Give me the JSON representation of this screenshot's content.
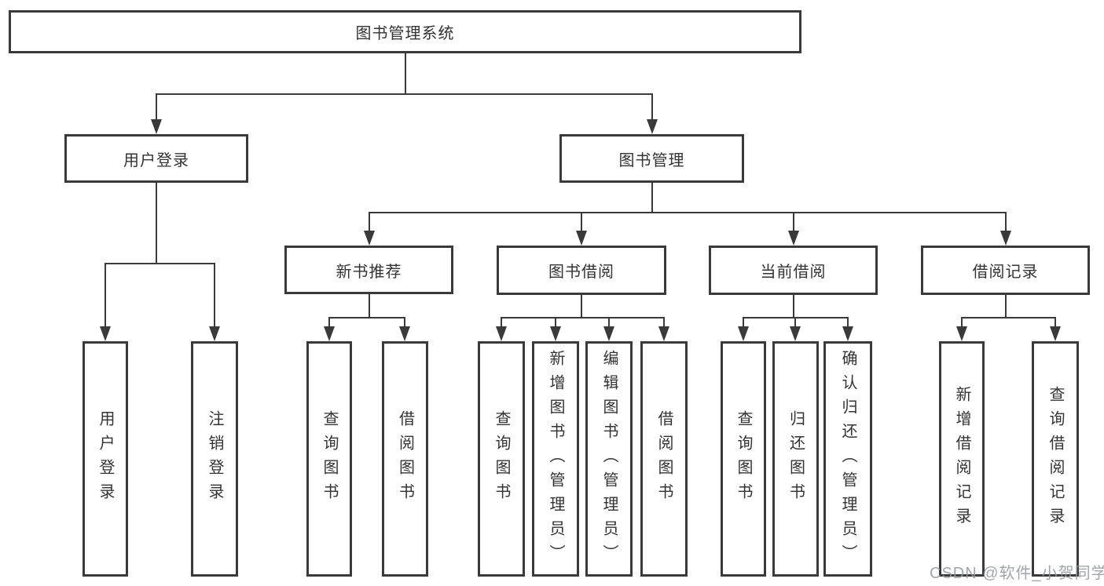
{
  "diagram": {
    "root": "图书管理系统",
    "user_login": {
      "label": "用户登录",
      "children": [
        "用户登录",
        "注销登录"
      ]
    },
    "book_mgmt": {
      "label": "图书管理",
      "sections": {
        "new_book": {
          "label": "新书推荐",
          "children": [
            "查询图书",
            "借阅图书"
          ]
        },
        "borrow": {
          "label": "图书借阅",
          "children": [
            "查询图书",
            "新增图书（管理员）",
            "编辑图书（管理员）",
            "借阅图书"
          ]
        },
        "current": {
          "label": "当前借阅",
          "children": [
            "查询图书",
            "归还图书",
            "确认归还（管理员）"
          ]
        },
        "record": {
          "label": "借阅记录",
          "children": [
            "新增借阅记录",
            "查询借阅记录"
          ]
        }
      }
    }
  },
  "watermark": "CSDN @软件_小贺同学",
  "colors": {
    "line": "#3a3a3a",
    "text": "#333333",
    "background": "#ffffff",
    "watermark": "#94999e"
  }
}
